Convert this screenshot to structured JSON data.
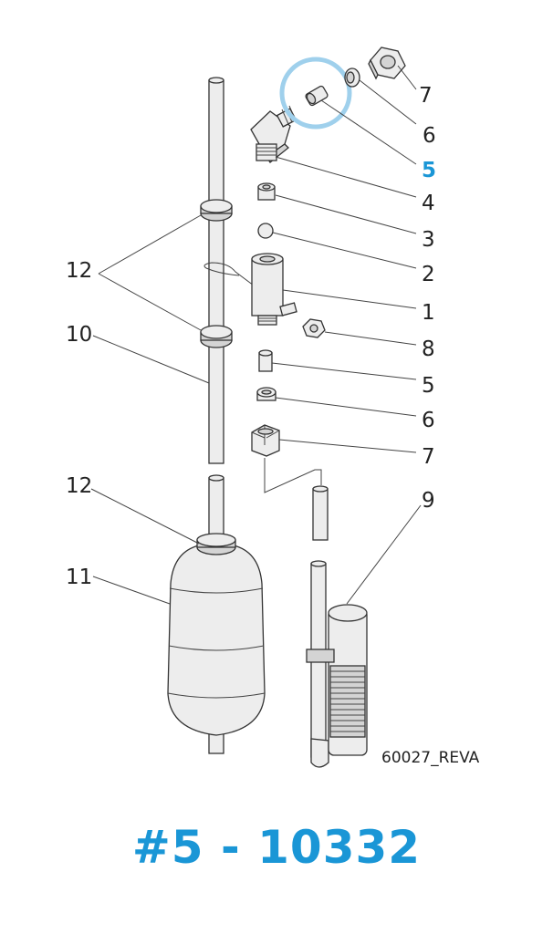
{
  "callouts": {
    "c7_top": "7",
    "c6_top": "6",
    "c5_top": "5",
    "c4": "4",
    "c3": "3",
    "c2": "2",
    "c1": "1",
    "c8": "8",
    "c5_mid": "5",
    "c6_mid": "6",
    "c7_mid": "7",
    "c9": "9",
    "c12_upper": "12",
    "c10": "10",
    "c12_lower": "12",
    "c11": "11"
  },
  "drawing_ref": "60027_REVA",
  "caption": "#5 - 10332",
  "colors": {
    "highlight": "#1a96d6",
    "line": "#333333"
  }
}
